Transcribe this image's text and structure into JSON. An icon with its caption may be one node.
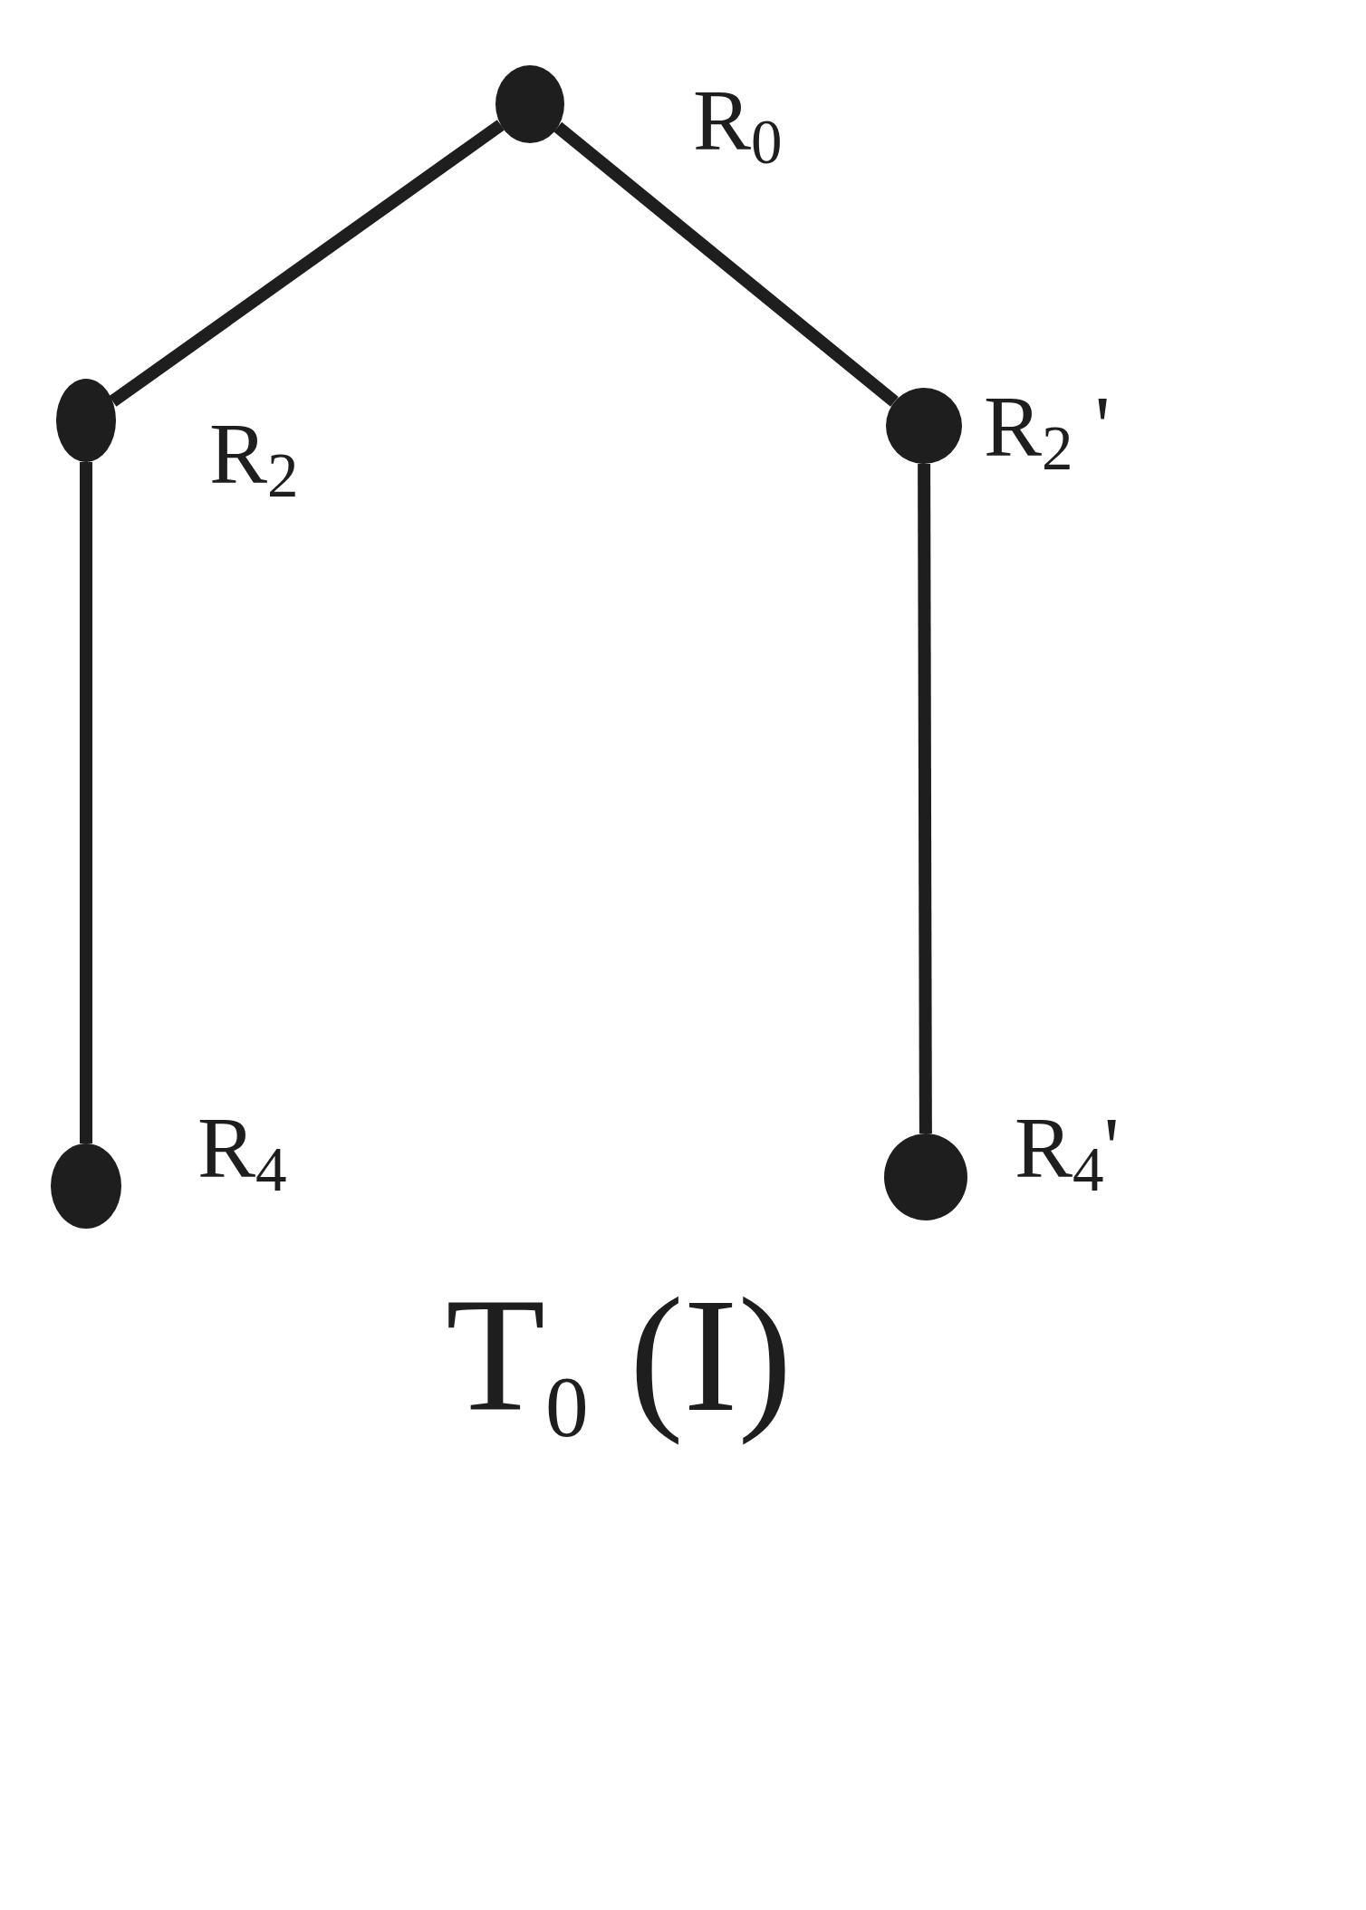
{
  "diagram": {
    "caption": "T$_{0}$ (I)",
    "nodes": [
      {
        "text": [],
        "shape": "circle",
        "beside": [
          "R$_{0}$"
        ]
      },
      {
        "text": [],
        "shape": "circle",
        "beside": [
          "R$_{2}$"
        ]
      },
      {
        "text": [],
        "shape": "circle",
        "beside": [
          "R$_{2}$ '"
        ]
      },
      {
        "text": [],
        "shape": "circle",
        "beside": [
          "R$_{4}$"
        ]
      },
      {
        "text": [],
        "shape": "circle",
        "beside": [
          "R$_{4}$'"
        ]
      }
    ],
    "edges": [
      {
        "from": 0,
        "to": 1,
        "arrow": "none"
      },
      {
        "from": 0,
        "to": 2,
        "arrow": "none"
      },
      {
        "from": 1,
        "to": 3,
        "arrow": "none"
      },
      {
        "from": 2,
        "to": 4,
        "arrow": "none"
      }
    ]
  }
}
